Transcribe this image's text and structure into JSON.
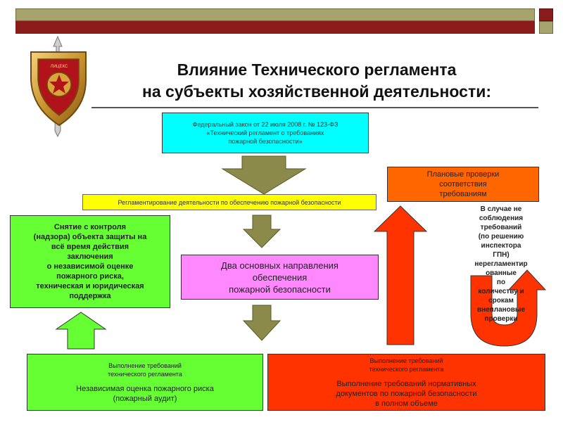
{
  "title": {
    "line1": "Влияние Технического регламента",
    "line2": "на субъекты хозяйственной деятельности:"
  },
  "emblem": {
    "text": "ЛИЦЕКС"
  },
  "boxes": {
    "law": {
      "line1": "Федеральный закон от 22 июля 2008 г. № 123-ФЗ",
      "line2": "«Технический регламент о требованиях",
      "line3": "пожарной безопасности»"
    },
    "regulation": "Регламентирование деятельности по обеспечению пожарной безопасности",
    "planned": {
      "line1": "Плановые проверки",
      "line2": "соответствия",
      "line3": "требованиям"
    },
    "left": {
      "line1": "Снятие с контроля",
      "line2": "(надзора) объекта защиты на",
      "line3": "всё время действия",
      "line4": "заключения",
      "line5": "о независимой оценке",
      "line6": "пожарного риска,",
      "line7": "техническая и юридическая",
      "line8": "поддержка"
    },
    "center": {
      "line1": "Два основных направления",
      "line2": "обеспечения",
      "line3": "пожарной безопасности"
    },
    "bottom_left": {
      "small1": "Выполнение требований",
      "small2": "технического регламента",
      "main1": "Независимая оценка пожарного риска",
      "main2": "(пожарный аудит)"
    },
    "bottom_right": {
      "small1": "Выполнение требований",
      "small2": "технического регламента",
      "main1": "Выполнение требований нормативных",
      "main2": "документов по пожарной безопасности",
      "main3": "в полном объеме"
    }
  },
  "side_text": {
    "line1": "В случае не",
    "line2": "соблюдения",
    "line3": "требований",
    "line4": "(по решению",
    "line5": "инспектора",
    "line6": "ГПН)",
    "line7": "нерегламентир",
    "line8": "ованные",
    "line9": "по",
    "line10": "количеству и",
    "line11": "срокам",
    "line12": "внеплановые",
    "line13": "проверки"
  },
  "colors": {
    "cyan": "#00ffff",
    "yellow": "#ffff00",
    "orange": "#ff6600",
    "green": "#66ff33",
    "pink": "#ff88ff",
    "red": "#ff3300",
    "arrow_olive": "#8b8a4a",
    "topbar_red": "#8b1a1a",
    "topbar_olive": "#a7a36c"
  }
}
